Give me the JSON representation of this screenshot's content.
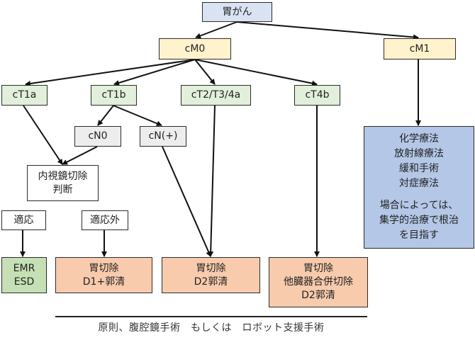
{
  "nodes": {
    "root": "胃がん",
    "cm0": "cM0",
    "cm1": "cM1",
    "ct1a": "cT1a",
    "ct1b": "cT1b",
    "ct2": "cT2/T3/4a",
    "ct4b": "cT4b",
    "cn0": "cN0",
    "cnplus": "cN(+)",
    "endoscopic_judgment": [
      "内視鏡切除",
      "判断"
    ],
    "indicated": "適応",
    "not_indicated": "適応外",
    "emr_esd": [
      "EMR",
      "ESD"
    ],
    "gastrectomy_d1": [
      "胃切除",
      "D1+郭清"
    ],
    "gastrectomy_d2": [
      "胃切除",
      "D2郭清"
    ],
    "gastrectomy_combined": [
      "胃切除",
      "他臓器合併切除",
      "D2郭清"
    ],
    "metastatic_treatment": [
      "化学療法",
      "放射線療法",
      "緩和手術",
      "対症療法",
      "",
      "場合によっては、",
      "集学的治療で根治",
      "を目指す"
    ]
  },
  "footer_note": "原則、腹腔鏡手術　もしくは　ロボット支援手術",
  "colors": {
    "root": "#dae3f3",
    "m_stage": "#fff2cc",
    "t_stage": "#e2efda",
    "n_stage": "#ededed",
    "emr": "#c5e0b4",
    "surgery": "#f8cbad",
    "metastatic": "#b4c7e7"
  }
}
